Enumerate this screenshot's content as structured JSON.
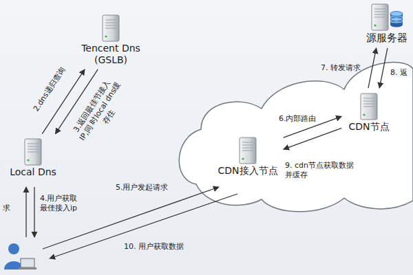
{
  "diagram": {
    "nodes": [
      {
        "text": [
          "Tencent Dns (GSLB)"
        ]
      },
      {
        "text": [
          "Local Dns"
        ]
      },
      {
        "text": [
          "源服务器"
        ]
      },
      {
        "text": [
          "CDN节点"
        ]
      },
      {
        "text": [
          "CDN接入节点"
        ]
      }
    ],
    "edges": [
      {
        "from": 1,
        "to": 0,
        "label": "2.dns递归查询",
        "arrow": "to"
      },
      {
        "from": 0,
        "to": 1,
        "label": "3.返回最佳节接入IP,同 时local dns缓存住",
        "arrow": "to"
      },
      {
        "from": 4,
        "to": 3,
        "label": "6.内部路由",
        "arrow": "to"
      },
      {
        "from": 3,
        "to": 2,
        "label": "7. 转发请求",
        "arrow": "to"
      },
      {
        "from": 2,
        "to": 3,
        "label": "8. 返",
        "arrow": "to"
      },
      {
        "from": 3,
        "to": 4,
        "label": "9. cdn节点获取数据并缓存",
        "arrow": "to"
      }
    ],
    "labels": [
      "求",
      "4.用户获取最佳接入ip",
      "5.用户发起请求",
      "10. 用户获取数据"
    ]
  }
}
